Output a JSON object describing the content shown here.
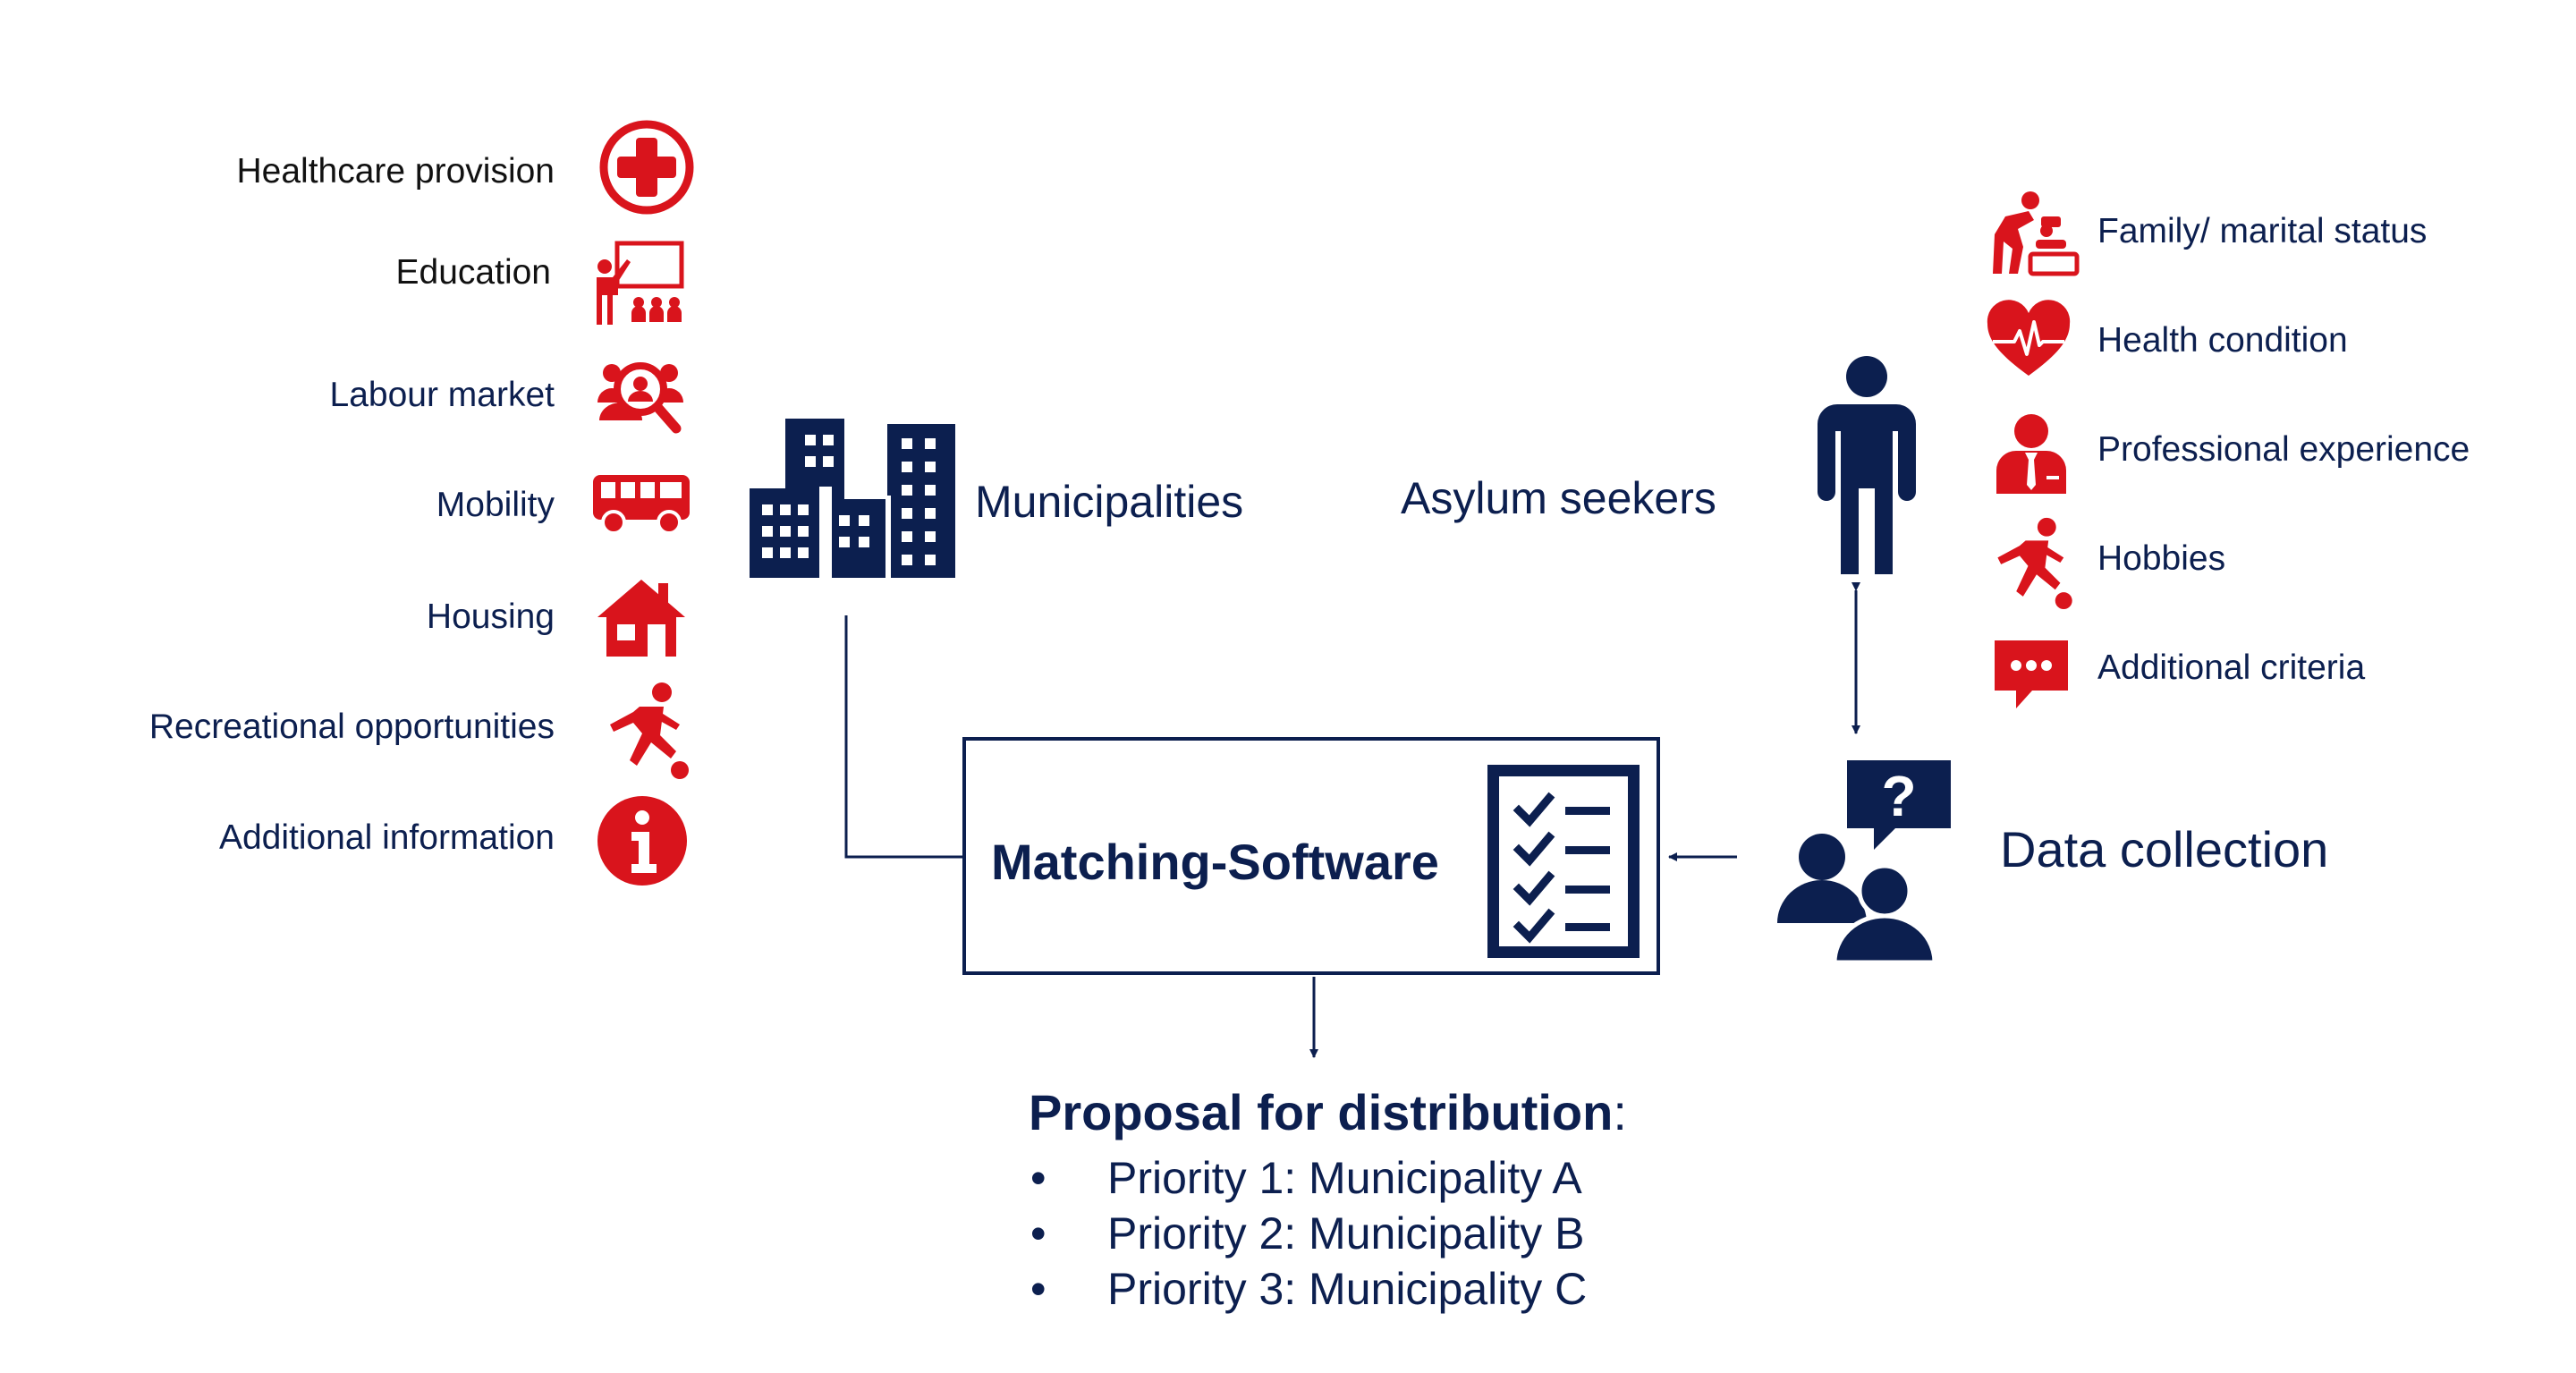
{
  "municipality_criteria": [
    {
      "label": "Healthcare provision",
      "icon": "medical-cross-icon"
    },
    {
      "label": "Education",
      "icon": "teacher-classroom-icon"
    },
    {
      "label": "Labour market",
      "icon": "job-search-icon"
    },
    {
      "label": "Mobility",
      "icon": "bus-icon"
    },
    {
      "label": "Housing",
      "icon": "house-icon"
    },
    {
      "label": "Recreational opportunities",
      "icon": "sports-icon"
    },
    {
      "label": "Additional information",
      "icon": "info-icon"
    }
  ],
  "municipalities": {
    "label": "Municipalities",
    "icon": "buildings-icon"
  },
  "asylum_seekers": {
    "label": "Asylum seekers",
    "icon": "person-icon"
  },
  "seeker_criteria": [
    {
      "label": "Family/ marital status",
      "icon": "family-icon"
    },
    {
      "label": "Health condition",
      "icon": "heart-pulse-icon"
    },
    {
      "label": "Professional experience",
      "icon": "professional-icon"
    },
    {
      "label": "Hobbies",
      "icon": "sports-icon"
    },
    {
      "label": "Additional criteria",
      "icon": "speech-bubble-icon"
    }
  ],
  "data_collection": {
    "label": "Data collection",
    "icon": "interview-icon"
  },
  "matching_software": {
    "label": "Matching-Software",
    "icon": "checklist-icon"
  },
  "proposal": {
    "title": "Proposal for distribution",
    "colon": ":",
    "bullet": "•",
    "items": [
      "Priority 1: Municipality A",
      "Priority 2: Municipality B",
      "Priority 3: Municipality C"
    ]
  },
  "colors": {
    "navy": "#0c1f4f",
    "red": "#d9141c"
  }
}
